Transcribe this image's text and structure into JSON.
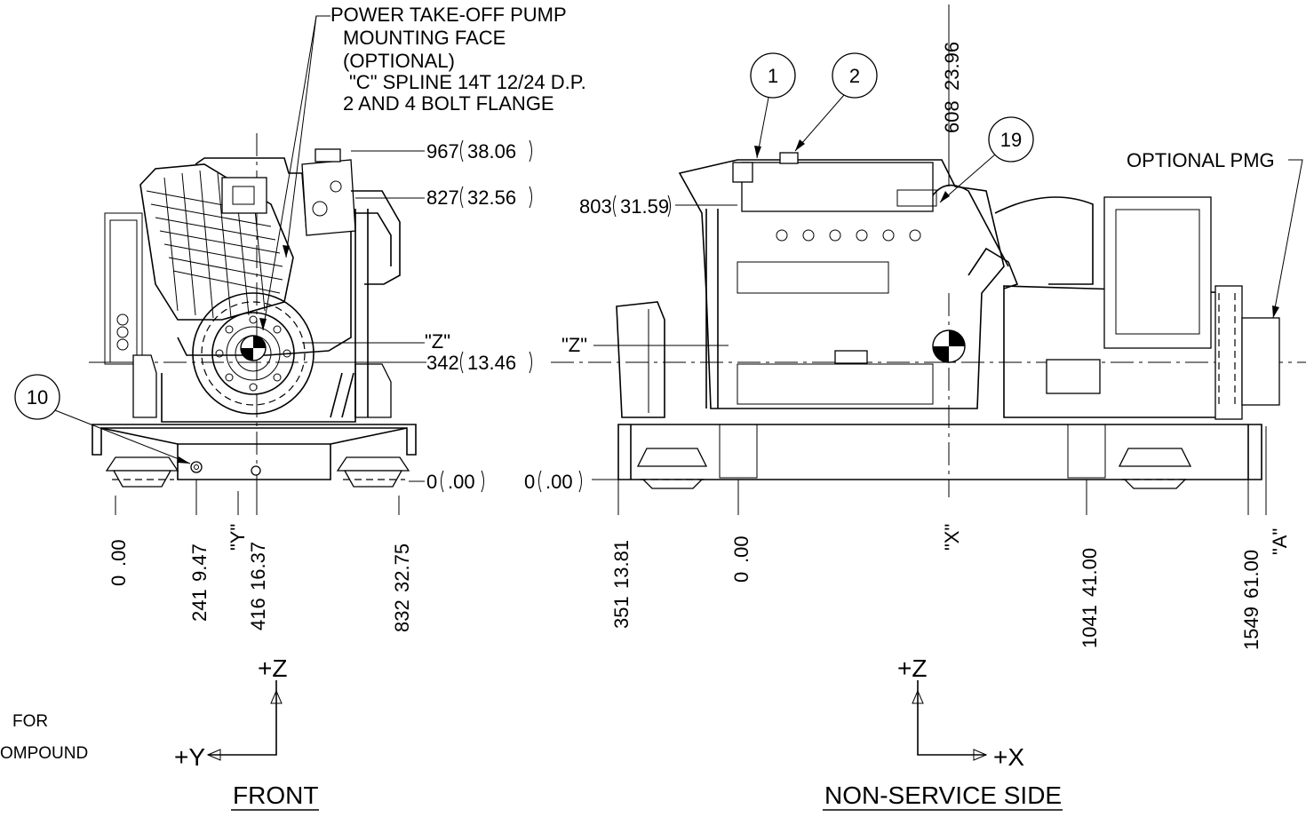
{
  "front_view": {
    "title": "FRONT",
    "callout_pto": [
      "POWER TAKE-OFF PUMP",
      "MOUNTING FACE",
      "(OPTIONAL)",
      "\"C\" SPLINE 14T 12/24 D.P.",
      "2 AND 4 BOLT FLANGE"
    ],
    "dim_967": "967",
    "dim_967_in": "38.06",
    "dim_827": "827",
    "dim_827_in": "32.56",
    "label_z": "\"Z\"",
    "dim_342": "342",
    "dim_342_in": "13.46",
    "dim_0": "0",
    "dim_0_in": ".00",
    "balloon_10": "10",
    "h_dim_0": "0",
    "h_dim_0_in": ".00",
    "h_dim_241": "241",
    "h_dim_241_in": "9.47",
    "label_y": "\"Y\"",
    "h_dim_416": "416",
    "h_dim_416_in": "16.37",
    "h_dim_832": "832",
    "h_dim_832_in": "32.75",
    "axis_z": "+Z",
    "axis_y": "+Y",
    "note_line1": "FOR",
    "note_line2": "OMPOUND"
  },
  "side_view": {
    "title": "NON-SERVICE SIDE",
    "balloon_1": "1",
    "balloon_2": "2",
    "balloon_19": "19",
    "dim_608": "608",
    "dim_608_in": "23.96",
    "callout_pmg": "OPTIONAL PMG",
    "dim_803": "803",
    "dim_803_in": "31.59",
    "label_z": "\"Z\"",
    "dim_0": "0",
    "dim_0_in": ".00",
    "h_dim_351": "351",
    "h_dim_351_in": "13.81",
    "h_dim_0": "0",
    "h_dim_0_in": ".00",
    "label_x": "\"X\"",
    "h_dim_1041": "1041",
    "h_dim_1041_in": "41.00",
    "h_dim_1549": "1549",
    "h_dim_1549_in": "61.00",
    "label_a": "\"A\"",
    "axis_z": "+Z",
    "axis_x": "+X"
  }
}
